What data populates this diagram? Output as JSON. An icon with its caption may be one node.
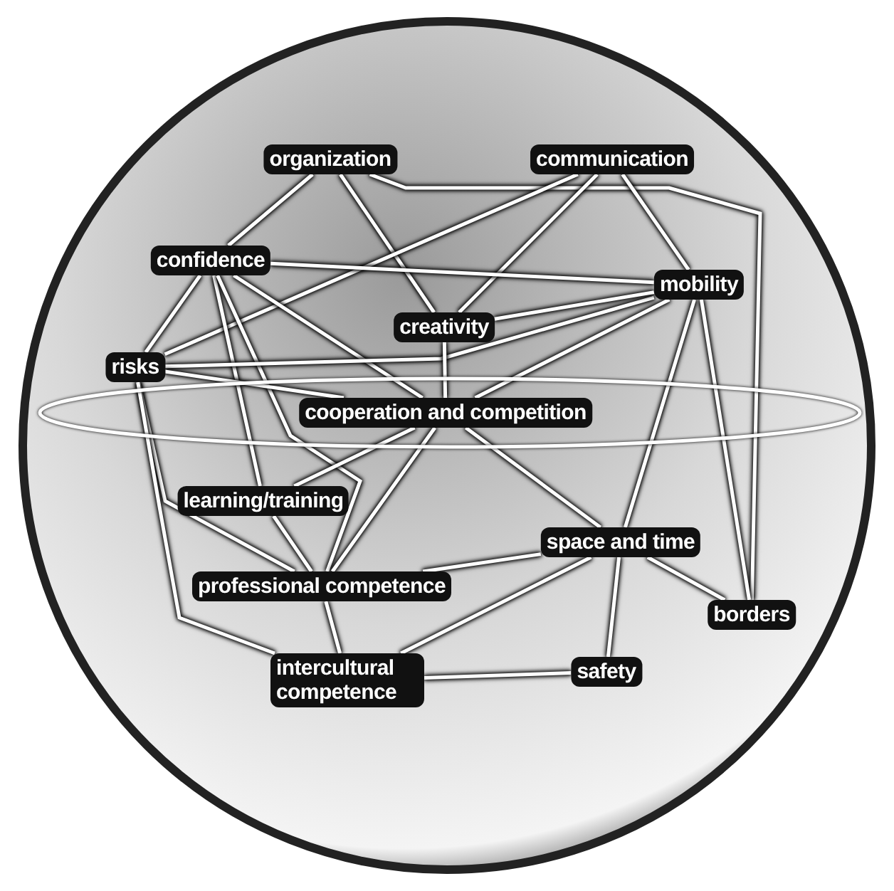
{
  "diagram": {
    "nodes": [
      {
        "text": [
          "organization"
        ]
      },
      {
        "text": [
          "communication"
        ]
      },
      {
        "text": [
          "confidence"
        ]
      },
      {
        "text": [
          "creativity"
        ]
      },
      {
        "text": [
          "mobility"
        ]
      },
      {
        "text": [
          "risks"
        ]
      },
      {
        "text": [
          "cooperation and competition"
        ]
      },
      {
        "text": [
          "learning/training"
        ]
      },
      {
        "text": [
          "professional competence"
        ]
      },
      {
        "text": [
          "space and time"
        ]
      },
      {
        "text": [
          "borders"
        ]
      },
      {
        "text": [
          "intercultural competence"
        ]
      },
      {
        "text": [
          "safety"
        ]
      }
    ],
    "edges": [
      {
        "from": 0,
        "to": 2,
        "arrow": "none"
      },
      {
        "from": 0,
        "to": 3,
        "arrow": "none"
      },
      {
        "from": 0,
        "to": 10,
        "arrow": "none"
      },
      {
        "from": 1,
        "to": 5,
        "arrow": "none"
      },
      {
        "from": 1,
        "to": 3,
        "arrow": "none"
      },
      {
        "from": 1,
        "to": 4,
        "arrow": "none"
      },
      {
        "from": 2,
        "to": 4,
        "arrow": "none"
      },
      {
        "from": 2,
        "to": 5,
        "arrow": "none"
      },
      {
        "from": 2,
        "to": 6,
        "arrow": "none"
      },
      {
        "from": 2,
        "to": 7,
        "arrow": "none"
      },
      {
        "from": 2,
        "to": 8,
        "arrow": "none"
      },
      {
        "from": 5,
        "to": 4,
        "arrow": "none"
      },
      {
        "from": 3,
        "to": 4,
        "arrow": "none"
      },
      {
        "from": 4,
        "to": 6,
        "arrow": "none"
      },
      {
        "from": 4,
        "to": 9,
        "arrow": "none"
      },
      {
        "from": 4,
        "to": 10,
        "arrow": "none"
      },
      {
        "from": 5,
        "to": 6,
        "arrow": "none"
      },
      {
        "from": 5,
        "to": 8,
        "arrow": "none"
      },
      {
        "from": 5,
        "to": 11,
        "arrow": "none"
      },
      {
        "from": 6,
        "to": 7,
        "arrow": "none"
      },
      {
        "from": 6,
        "to": 8,
        "arrow": "none"
      },
      {
        "from": 6,
        "to": 9,
        "arrow": "none"
      },
      {
        "from": 7,
        "to": 8,
        "arrow": "none"
      },
      {
        "from": 8,
        "to": 11,
        "arrow": "none"
      },
      {
        "from": 8,
        "to": 9,
        "arrow": "none"
      },
      {
        "from": 9,
        "to": 11,
        "arrow": "none"
      },
      {
        "from": 9,
        "to": 12,
        "arrow": "none"
      },
      {
        "from": 9,
        "to": 10,
        "arrow": "none"
      },
      {
        "from": 11,
        "to": 12,
        "arrow": "none"
      },
      {
        "from": 3,
        "to": 6,
        "arrow": "none"
      }
    ]
  }
}
